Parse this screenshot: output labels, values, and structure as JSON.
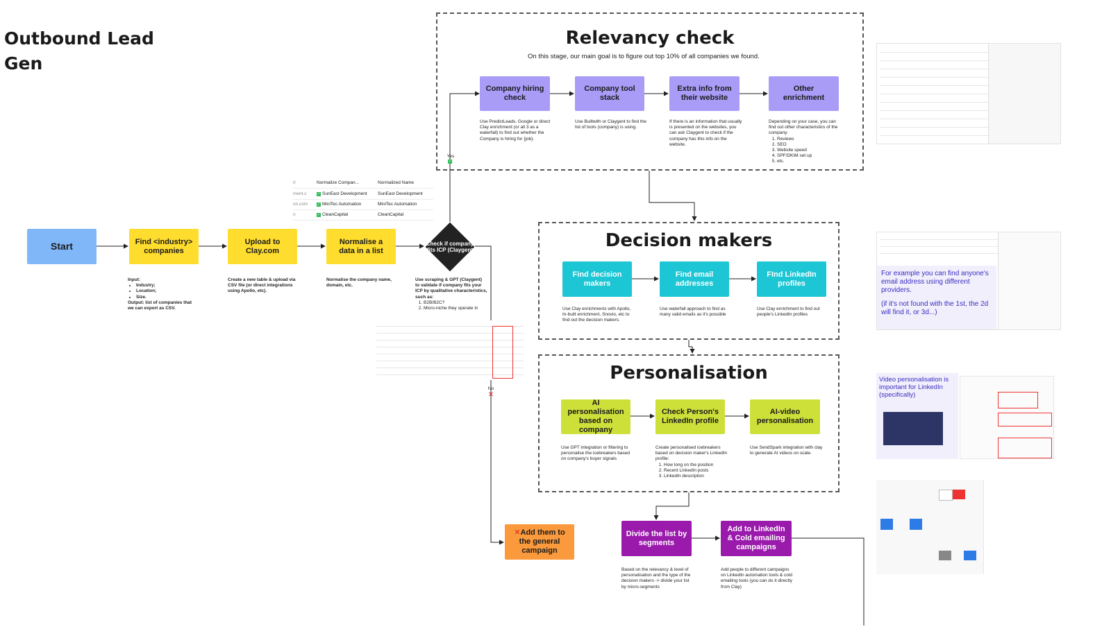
{
  "title": "Outbound Lead Gen",
  "sections": {
    "relevancy": {
      "title": "Relevancy check",
      "subtitle": "On this stage, our main goal is to figure out top 10% of all companies we found."
    },
    "decision": {
      "title": "Decision makers"
    },
    "personalisation": {
      "title": "Personalisation"
    }
  },
  "nodes": {
    "start": "Start",
    "find_companies": "Find <industry> companies",
    "upload_clay": "Upload to Clay.com",
    "normalise": "Normalise a data in a list",
    "check_icp": "Check if company fits ICP (Claygent",
    "hiring_check": "Company hiring check",
    "tool_stack": "Company tool stack",
    "extra_info": "Extra info from their website",
    "other_enrichment": "Other enrichment",
    "find_decision": "Find decision makers",
    "find_email": "Find email addresses",
    "find_linkedin": "FInd LinkedIn profiles",
    "ai_personalisation": "AI personalisation based on company",
    "check_person": "Check Person's LinkedIn profile",
    "ai_video": "AI-video personalisation",
    "general_campaign": "Add them to the general campaign",
    "divide_list": "Divide the list by segments",
    "add_linkedin": "Add to LinkedIn & Cold emailing campaigns"
  },
  "markers": {
    "yes": "Yes",
    "no": "No"
  },
  "descriptions": {
    "find_companies": {
      "head": "Input:",
      "items": [
        "Industry;",
        "Location;",
        "Size."
      ],
      "tail": "Output: list of companies that we can export as CSV."
    },
    "upload_clay": "Create a new table & upload via CSV file (or direct integrations using Apollo, etc).",
    "normalise": "Normalise the company name, domain, etc.",
    "check_icp": {
      "head": "Use scraping & GPT (Claygent) to validate if company fits your ICP by qualitative characteristics, such as:",
      "items": [
        "B2B/B2C?",
        "Micro-niche they operate in"
      ]
    },
    "hiring_check": "Use PredictLeads, Google or direct Clay enrichment (or all 3 as a waterfall) to find out whether the Company is hiring for {job}.",
    "tool_stack": "Use Builtwith or Claygent to find the list of tools (company) is using.",
    "extra_info": "If there is an information that usually is presented on the websites, you can ask Claygent to check if the company has this info on the website.",
    "other_enrichment": {
      "head": "Depending on your case, you can find out other characteristics of the company:",
      "items": [
        "Reviews",
        "SEO",
        "Website speed",
        "SPF/DKIM set up",
        "etc."
      ]
    },
    "find_decision": "Use Clay enrichments with Apollo, In-built enrichment, Snovio, etc to find out the decision makers.",
    "find_email": "Use waterfall approach to find as many valid emails as it's possible",
    "find_linkedin": "Use Clay enrichment to find out people's LinkedIn profiles",
    "ai_personalisation": "Use GPT integration or filtering to personalise the icebreakers based on company's buyer signals",
    "check_person": {
      "head": "Create personalised icebreakers based on decision maker's LinkedIn profile:",
      "items": [
        "How long on the position",
        "Recent LinkedIn posts",
        "LinkedIn description"
      ]
    },
    "ai_video": "Use SendSpark integration with clay to generate AI videos on scale.",
    "divide_list": "Based on the relevancy & level of personalisation and the type of the decision makers -> divide your list by micro-segments",
    "add_linkedin": "Add people to different campaigns on LinkedIn automation tools & cold emailing tools (you can do it directly from Clay)"
  },
  "normalize_table": {
    "header_left": "Normalize Compan...",
    "header_right": "Normalized Name",
    "rows": [
      {
        "left": "SunEast Development",
        "right": "SunEast Development"
      },
      {
        "left": "MiniTec Automation",
        "right": "MiniTec Automation"
      },
      {
        "left": "CleanCapital",
        "right": "CleanCapital"
      }
    ]
  },
  "callouts": {
    "email": {
      "line1": "For example you can find anyone's email address using different providers.",
      "line2": "(if it's not found with the 1st, the 2d will find it, or 3d...)"
    },
    "video": "Video personalisation is important for LinkedIn (specifically)"
  },
  "colors": {
    "yellow": "#ffdd2e",
    "purple": "#a89cf7",
    "cyan": "#1cc6d4",
    "lime": "#cde03a",
    "violet": "#9a1aac",
    "orange": "#fb9a3c",
    "blue": "#80b7f9"
  }
}
